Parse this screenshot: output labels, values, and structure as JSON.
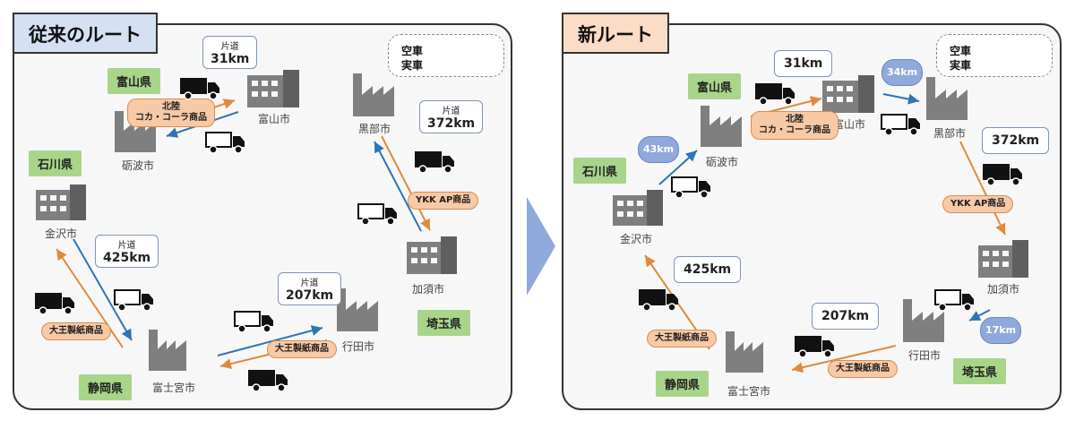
{
  "panels": {
    "old": {
      "title": "従来のルート",
      "legend": {
        "empty": "空車",
        "loaded": "実車"
      },
      "prefectures": {
        "toyama": "富山県",
        "ishikawa": "石川県",
        "shizuoka": "静岡県",
        "saitama": "埼玉県"
      },
      "cities": {
        "toyama": "富山市",
        "tonami": "砺波市",
        "kurobe": "黒部市",
        "kanazawa": "金沢市",
        "kazo": "加須市",
        "fuji": "富士宮市",
        "gyoda": "行田市"
      },
      "distances": {
        "d31": {
          "label": "片道",
          "value": "31km"
        },
        "d372": {
          "label": "片道",
          "value": "372km"
        },
        "d425": {
          "label": "片道",
          "value": "425km"
        },
        "d207": {
          "label": "片道",
          "value": "207km"
        }
      },
      "cargo": {
        "cocacola_1": "北陸",
        "cocacola_2": "コカ・コーラ商品",
        "ykk": "YKK AP商品",
        "daio1": "大王製紙商品",
        "daio2": "大王製紙商品"
      }
    },
    "new": {
      "title": "新ルート",
      "legend": {
        "empty": "空車",
        "loaded": "実車"
      },
      "prefectures": {
        "toyama": "富山県",
        "ishikawa": "石川県",
        "shizuoka": "静岡県",
        "saitama": "埼玉県"
      },
      "cities": {
        "toyama": "富山市",
        "tonami": "砺波市",
        "kurobe": "黒部市",
        "kanazawa": "金沢市",
        "kazo": "加須市",
        "fuji": "富士宮市",
        "gyoda": "行田市"
      },
      "distances": {
        "d31": "31km",
        "d372": "372km",
        "d425": "425km",
        "d207": "207km"
      },
      "empty_distances": {
        "d43": "43km",
        "d34": "34km",
        "d17": "17km"
      },
      "cargo": {
        "cocacola_1": "北陸",
        "cocacola_2": "コカ・コーラ商品",
        "ykk": "YKK AP商品",
        "daio1": "大王製紙商品",
        "daio2": "大王製紙商品"
      }
    }
  },
  "colors": {
    "empty_route": "#2e75b6",
    "loaded_route": "#e08a3c",
    "prefecture": "#a8d58a",
    "cargo": "#f8c9a5",
    "icon": "#7f7f7f",
    "truck": "#111111"
  }
}
